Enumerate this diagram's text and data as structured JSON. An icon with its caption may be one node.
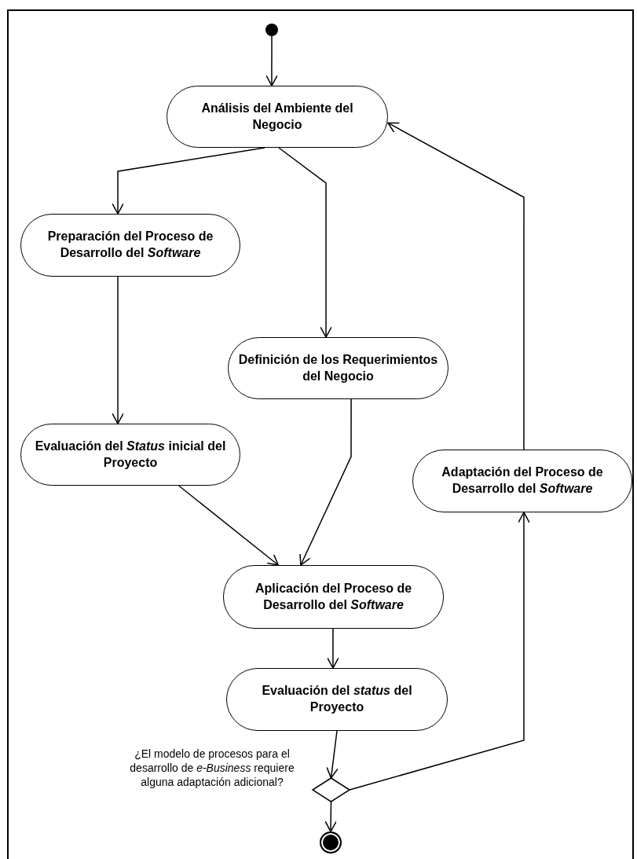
{
  "diagram": {
    "nodes": [
      {
        "text": [],
        "shape": "circle"
      },
      {
        "text": [
          "Análisis del Ambiente del Negocio"
        ]
      },
      {
        "text": [
          "Preparación del Proceso de Desarrollo del *Software*"
        ]
      },
      {
        "text": [
          "Definición de los Requerimientos del Negocio"
        ]
      },
      {
        "text": [
          "Evaluación del *Status* inicial del Proyecto"
        ]
      },
      {
        "text": [
          "Adaptación del Proceso de Desarrollo del *Software*"
        ]
      },
      {
        "text": [
          "Aplicación del Proceso de Desarrollo del *Software*"
        ]
      },
      {
        "text": [
          "Evaluación del *status* del Proyecto"
        ]
      },
      {
        "text": [],
        "shape": "diamond",
        "beside": [
          "¿El modelo de procesos para el desarrollo de *e-Business* requiere alguna adaptación adicional?"
        ]
      },
      {
        "text": [],
        "shape": "bullseye"
      }
    ],
    "edges": [
      {
        "from": 0,
        "to": 1,
        "arrow": "to"
      },
      {
        "from": 1,
        "to": 2,
        "arrow": "to"
      },
      {
        "from": 1,
        "to": 3,
        "arrow": "to"
      },
      {
        "from": 2,
        "to": 4,
        "arrow": "to"
      },
      {
        "from": 3,
        "to": 6,
        "arrow": "to"
      },
      {
        "from": 4,
        "to": 6,
        "arrow": "to"
      },
      {
        "from": 6,
        "to": 7,
        "arrow": "to"
      },
      {
        "from": 7,
        "to": 8,
        "arrow": "to"
      },
      {
        "from": 8,
        "to": 9,
        "arrow": "to"
      },
      {
        "from": 8,
        "to": 5,
        "arrow": "to"
      },
      {
        "from": 5,
        "to": 1,
        "arrow": "to"
      }
    ]
  }
}
